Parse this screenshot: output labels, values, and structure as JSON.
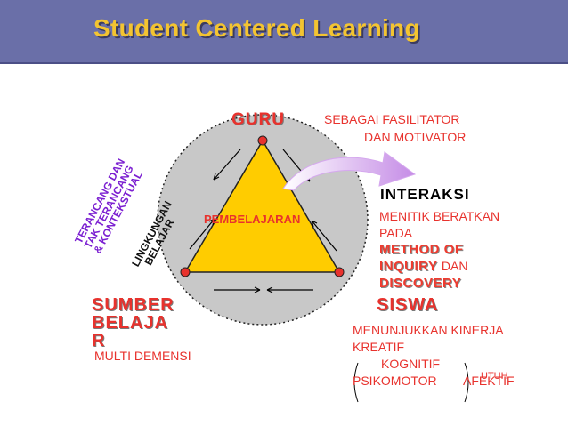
{
  "title": "Student Centered Learning",
  "nodes": {
    "guru": "GURU",
    "siswa": "SISWA",
    "sumber": [
      "SUMBER",
      "BELAJA",
      "R"
    ]
  },
  "center_label": "PEMBELAJARAN",
  "rotated": {
    "purple": [
      "TERANCANG DAN",
      "TAK TERANCANG",
      "& KONTEKSTUAL"
    ],
    "black": [
      "LINGKUNGAN",
      "BELAJAR"
    ]
  },
  "guru_role": [
    "SEBAGAI FASILITATOR",
    "DAN MOTIVATOR"
  ],
  "interaksi": "INTERAKSI",
  "interaksi_desc": {
    "line1": "MENITIK BERATKAN",
    "line2": "PADA",
    "method": "METHOD OF",
    "inquiry": "INQUIRY",
    "dan": "DAN",
    "discovery": "DISCOVERY"
  },
  "siswa_desc": {
    "line1": "MENUNJUKKAN KINERJA",
    "line2": "KREATIF",
    "kognitif": "KOGNITIF",
    "psikomotor": "PSIKOMOTOR",
    "afektif": "AFEKTIF",
    "utuh": "UTUH"
  },
  "sumber_desc": "MULTI DEMENSI",
  "colors": {
    "title_bar": "#6a6fa8",
    "title_text": "#f3c431",
    "accent_red": "#e8322d",
    "triangle": "#ffcc00",
    "circle": "#c8c8c8",
    "purple": "#7b1fd1"
  }
}
